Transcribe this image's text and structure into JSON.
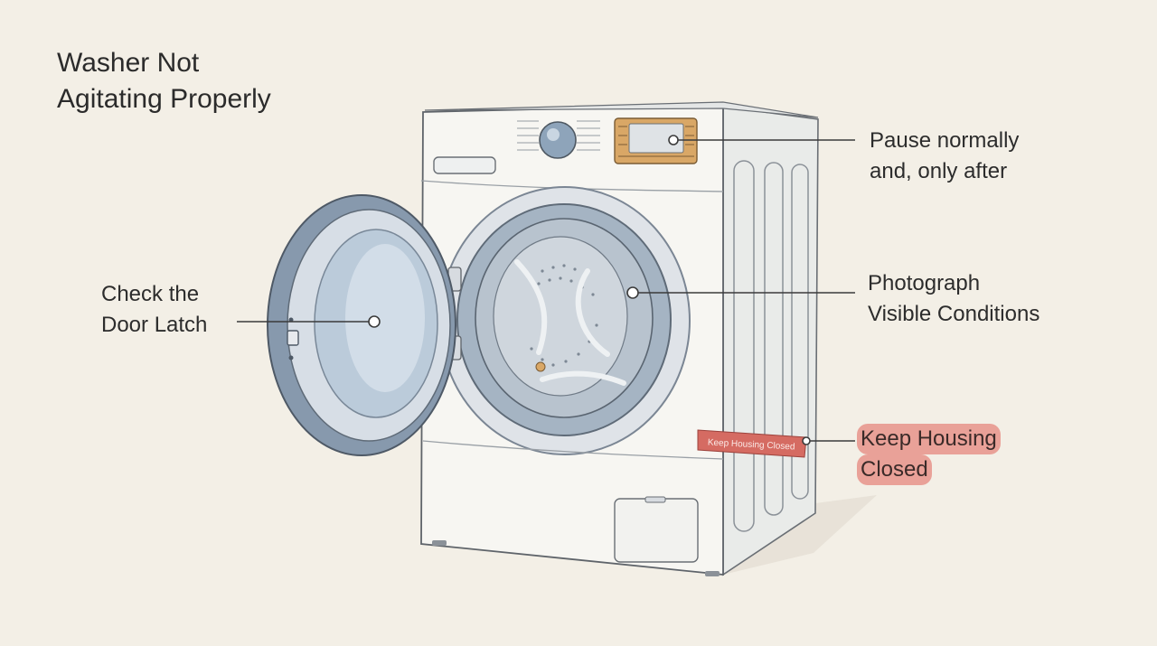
{
  "title": {
    "line1": "Washer Not",
    "line2": "Agitating Properly"
  },
  "callouts": {
    "control_panel": {
      "line1": "Pause normally",
      "line2": "and, only after"
    },
    "drum": {
      "line1": "Photograph",
      "line2": "Visible Conditions"
    },
    "door": {
      "line1": "Check the",
      "line2": "Door Latch"
    },
    "housing": {
      "line1": "Keep Housing",
      "line2": "Closed"
    }
  },
  "housing_tape_text": "Keep Housing Closed",
  "colors": {
    "background": "#f3efe6",
    "panel_accent": "#d9a766",
    "warning_tape": "#d56b62",
    "glass": "#b9c9d9",
    "door_ring": "#8799ad"
  }
}
